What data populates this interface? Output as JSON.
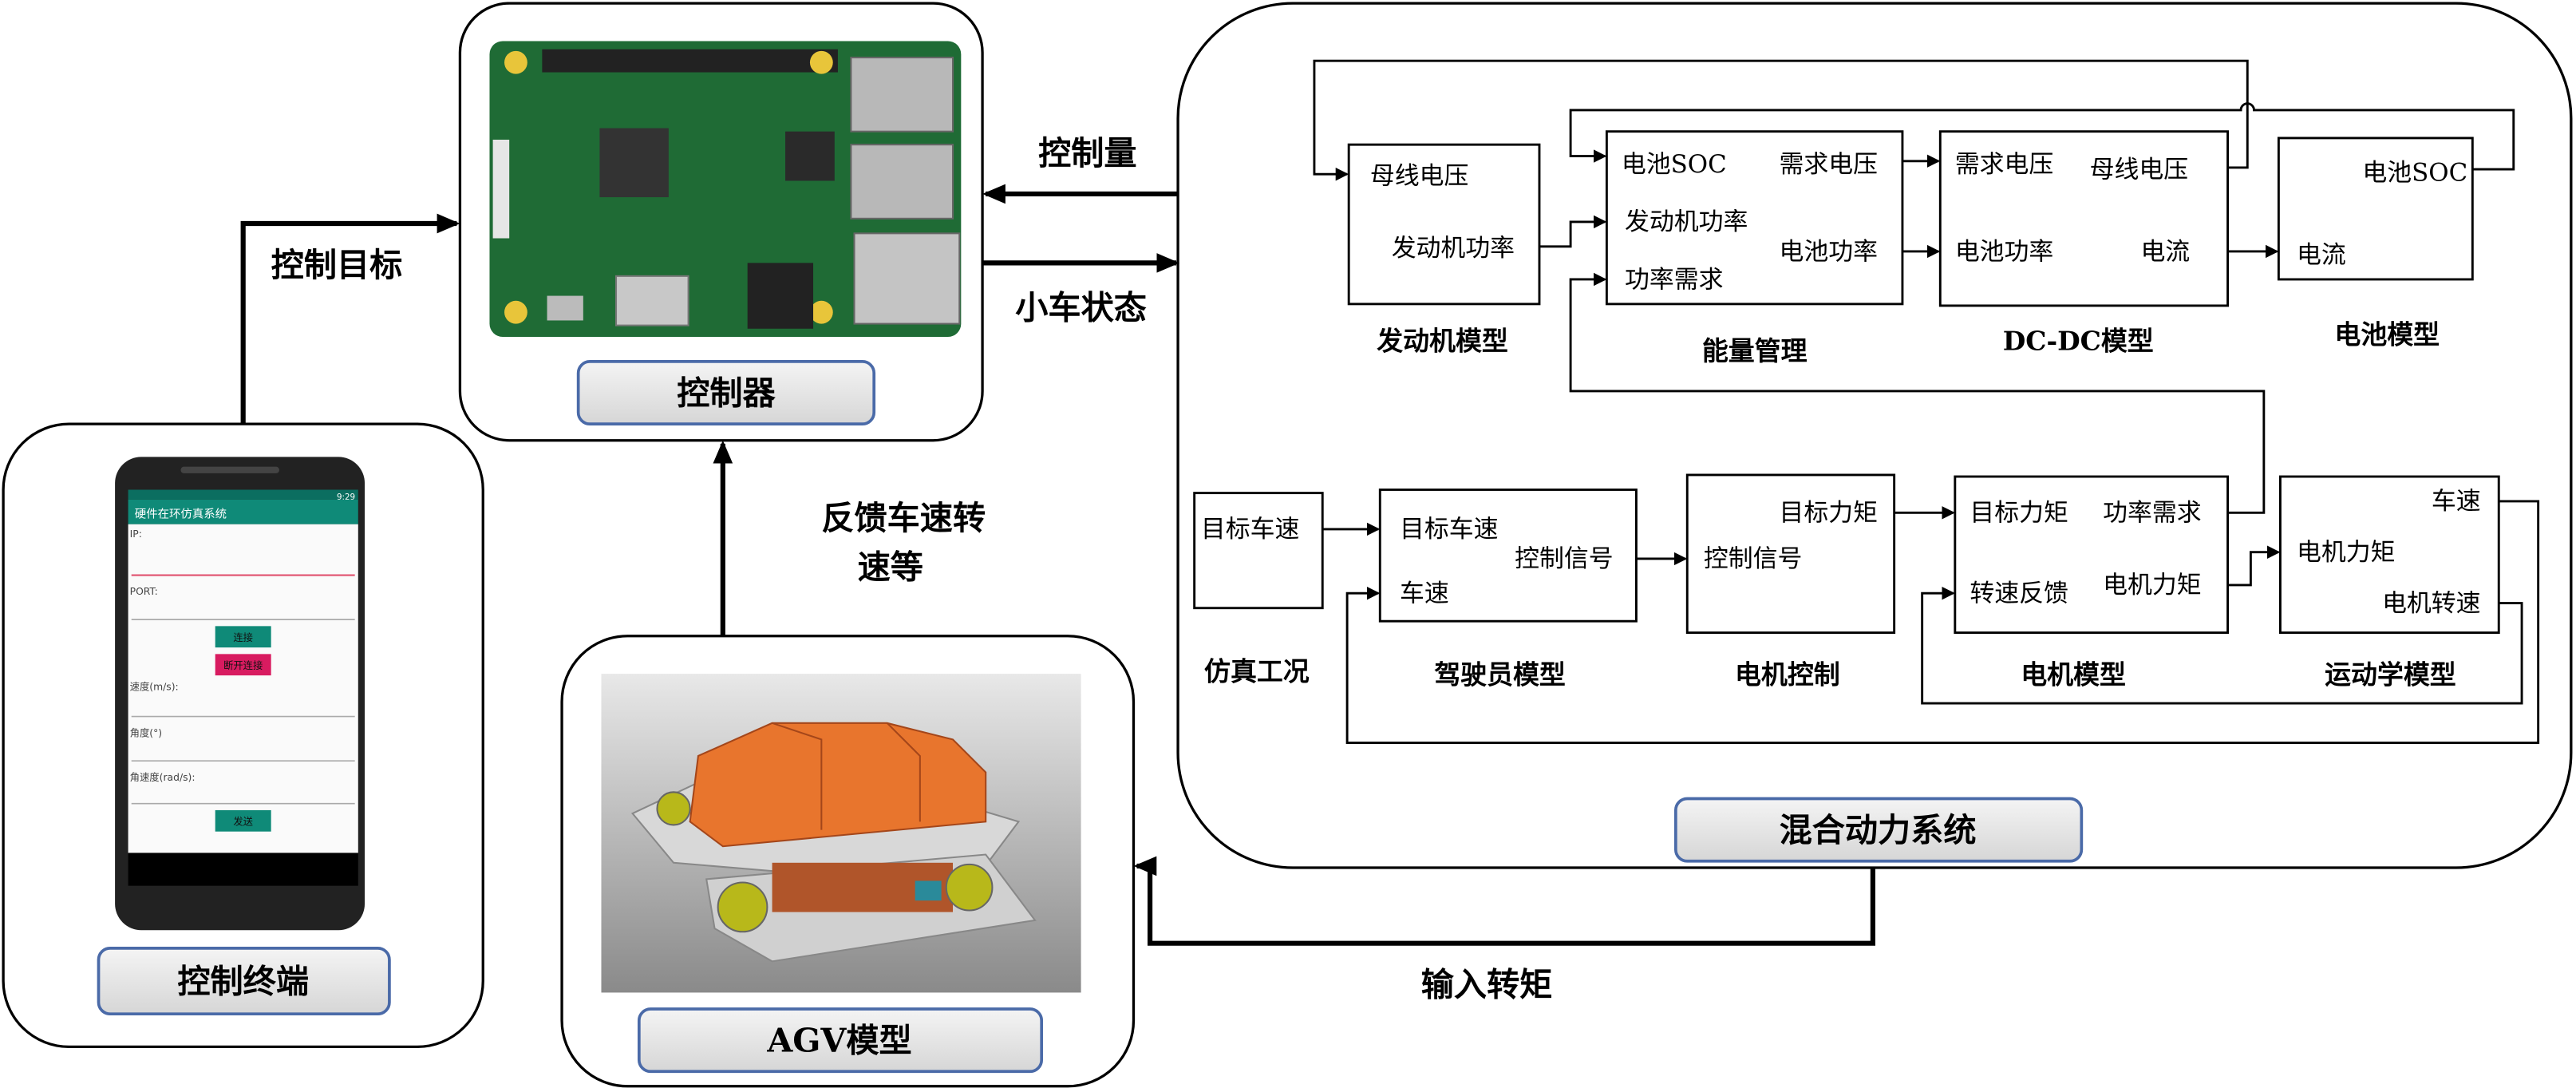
{
  "arrows": {
    "control_target": "控制目标",
    "control_quantity": "控制量",
    "vehicle_state": "小车状态",
    "feedback_line1": "反馈车速转",
    "feedback_line2": "速等",
    "input_torque": "输入转矩"
  },
  "terminal": {
    "label": "控制终端",
    "phone": {
      "status_time": "9:29",
      "app_title": "硬件在环仿真系统",
      "ip_label": "IP:",
      "port_label": "PORT:",
      "connect_button": "连接",
      "disconnect_button": "断开连接",
      "speed_label": "速度(m/s):",
      "angle_label": "角度(°)",
      "angular_speed_label": "角速度(rad/s):",
      "send_button": "发送"
    },
    "colors": {
      "app_bar": "#0f8a78",
      "disconnect": "#d81b60",
      "input_underline_active": "#e0506e"
    }
  },
  "controller": {
    "label": "控制器"
  },
  "agv": {
    "label": "AGV模型"
  },
  "hybrid": {
    "label": "混合动力系统",
    "engine": {
      "caption": "发动机模型",
      "in_bus_voltage": "母线电压",
      "out_engine_power": "发动机功率"
    },
    "energy": {
      "caption": "能量管理",
      "in_soc": "电池SOC",
      "in_engine_power": "发动机功率",
      "in_power_demand": "功率需求",
      "out_demand_voltage": "需求电压",
      "out_battery_power": "电池功率"
    },
    "dcdc": {
      "caption": "DC-DC模型",
      "in_demand_voltage": "需求电压",
      "in_battery_power": "电池功率",
      "out_bus_voltage": "母线电压",
      "out_current": "电流"
    },
    "battery": {
      "caption": "电池模型",
      "out_soc": "电池SOC",
      "in_current": "电流"
    },
    "sim": {
      "caption": "仿真工况",
      "out_target_speed": "目标车速"
    },
    "driver": {
      "caption": "驾驶员模型",
      "in_target_speed": "目标车速",
      "in_speed": "车速",
      "out_control_signal": "控制信号"
    },
    "motor_ctrl": {
      "caption": "电机控制",
      "in_control_signal": "控制信号",
      "out_target_torque": "目标力矩"
    },
    "motor": {
      "caption": "电机模型",
      "in_target_torque": "目标力矩",
      "in_speed_feedback": "转速反馈",
      "out_power_demand": "功率需求",
      "out_motor_torque": "电机力矩"
    },
    "kinematics": {
      "caption": "运动学模型",
      "in_motor_torque": "电机力矩",
      "out_speed": "车速",
      "out_motor_speed": "电机转速"
    }
  }
}
